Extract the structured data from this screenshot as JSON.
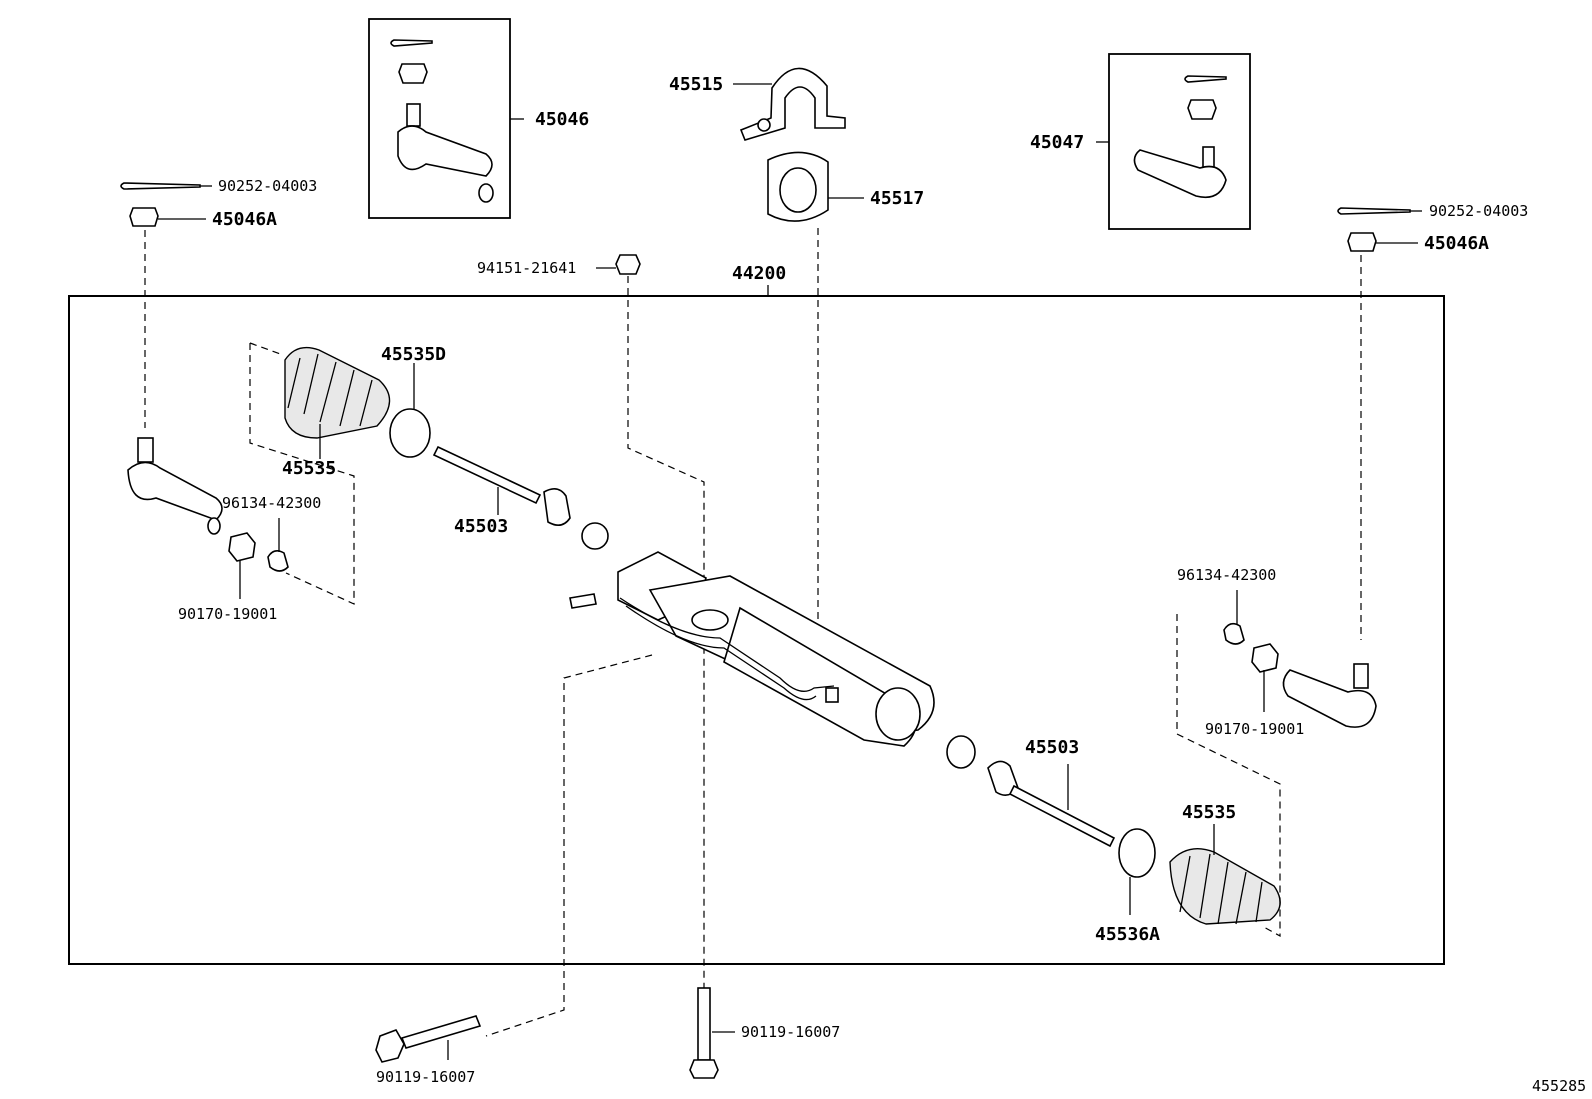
{
  "diagram_id": "455285",
  "assembly_label": "44200",
  "labels": {
    "p45046": "45046",
    "p45515": "45515",
    "p45047": "45047",
    "p45517": "45517",
    "cotter_left": "90252-04003",
    "nut_left": "45046A",
    "cotter_right": "90252-04003",
    "nut_right": "45046A",
    "bolt_top": "94151-21641",
    "boot_clamp_d": "45535D",
    "boot_left": "45535",
    "clip_left": "96134-42300",
    "rack_end_left": "45503",
    "lock_nut_left": "90170-19001",
    "clip_right": "96134-42300",
    "lock_nut_right": "90170-19001",
    "rack_end_right": "45503",
    "boot_right": "45535",
    "clamp_right": "45536A",
    "bolt_bottom_left": "90119-16007",
    "bolt_bottom_right": "90119-16007"
  }
}
